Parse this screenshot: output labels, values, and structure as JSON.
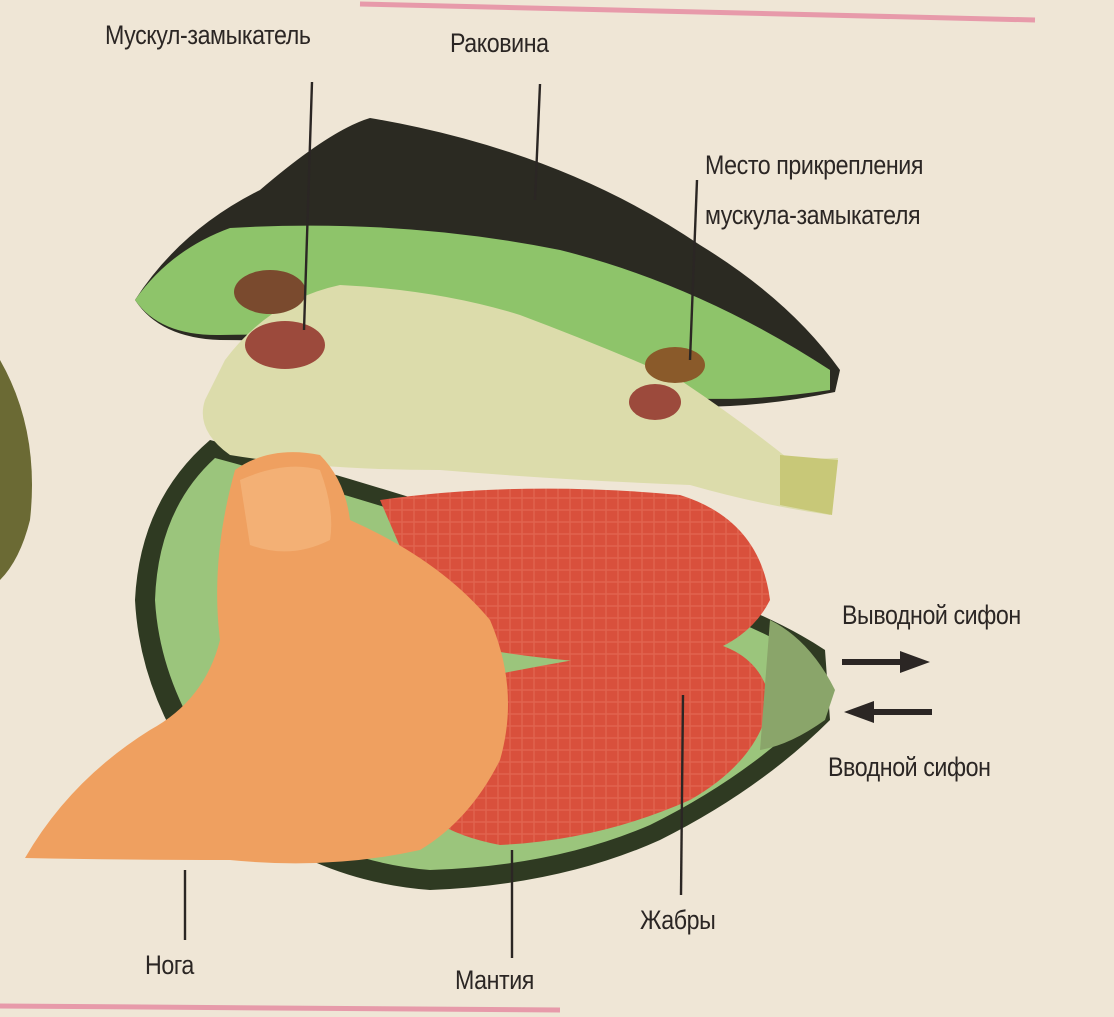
{
  "diagram": {
    "labels": {
      "adductor_muscle": "Мускул-замыкатель",
      "shell": "Раковина",
      "attachment_line1": "Место прикрепления",
      "attachment_line2": "мускула-замыкателя",
      "excurrent_siphon": "Выводной сифон",
      "incurrent_siphon": "Вводной сифон",
      "foot": "Нога",
      "mantle": "Мантия",
      "gills": "Жабры"
    },
    "colors": {
      "background": "#efe6d6",
      "shell_outer": "#2b2a22",
      "shell_inner": "#8ec46a",
      "mantle": "#d9d9a6",
      "gills": "#d9503c",
      "foot": "#efa060",
      "muscle": "#9c4a3c",
      "border_accent": "#e79aaa"
    }
  }
}
